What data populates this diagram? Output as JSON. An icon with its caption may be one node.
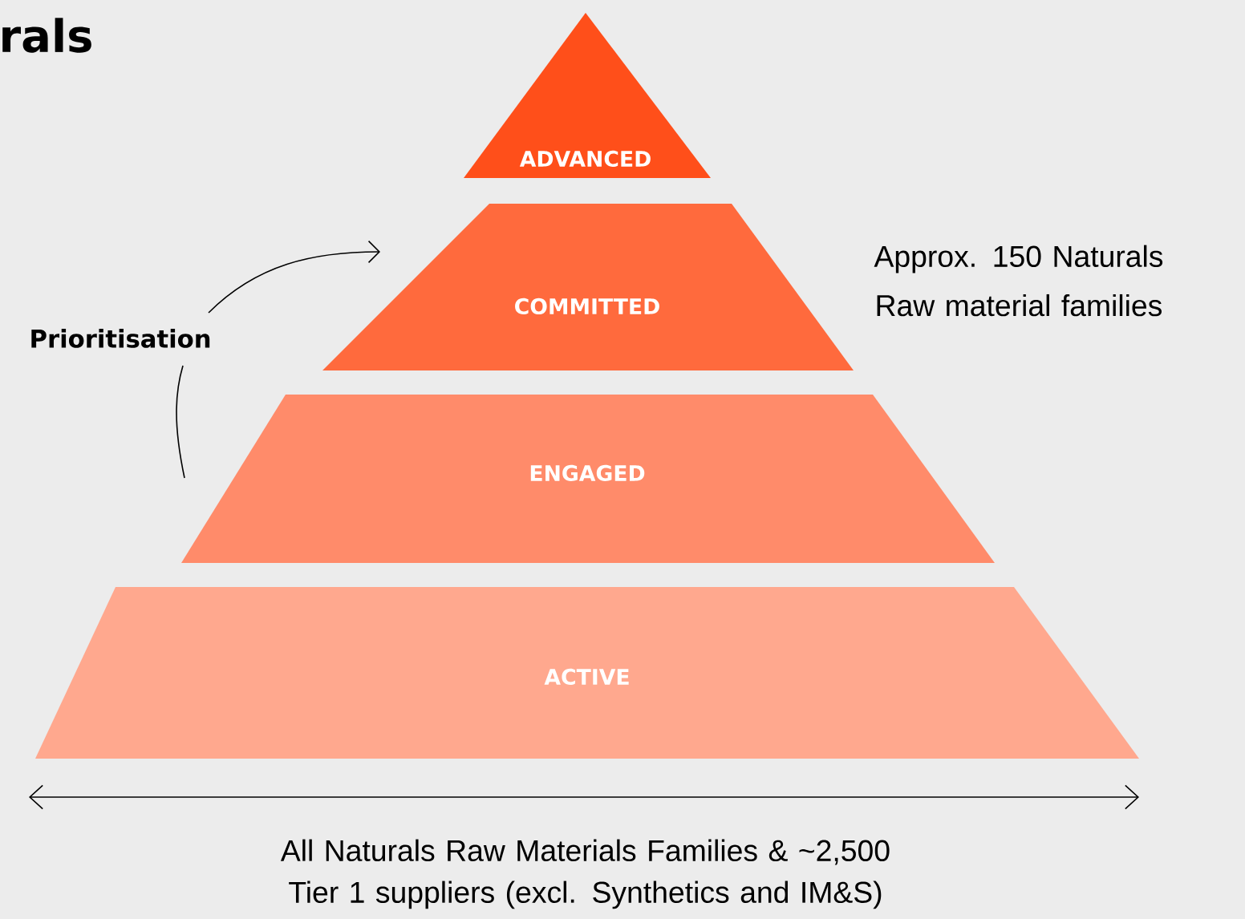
{
  "diagram": {
    "title": "rals",
    "nodes": [
      {
        "text": [
          "ADVANCED"
        ]
      },
      {
        "text": [
          "COMMITTED"
        ],
        "beside": [
          "Approx. 150 Naturals Raw material families"
        ]
      },
      {
        "text": [
          "ENGAGED"
        ]
      },
      {
        "text": [
          "ACTIVE"
        ]
      }
    ],
    "edges": [],
    "labels": [
      "Prioritisation",
      "All Naturals Raw Materials Families & ~2,500 Tier 1 suppliers (excl. Synthetics and IM&S)"
    ]
  }
}
